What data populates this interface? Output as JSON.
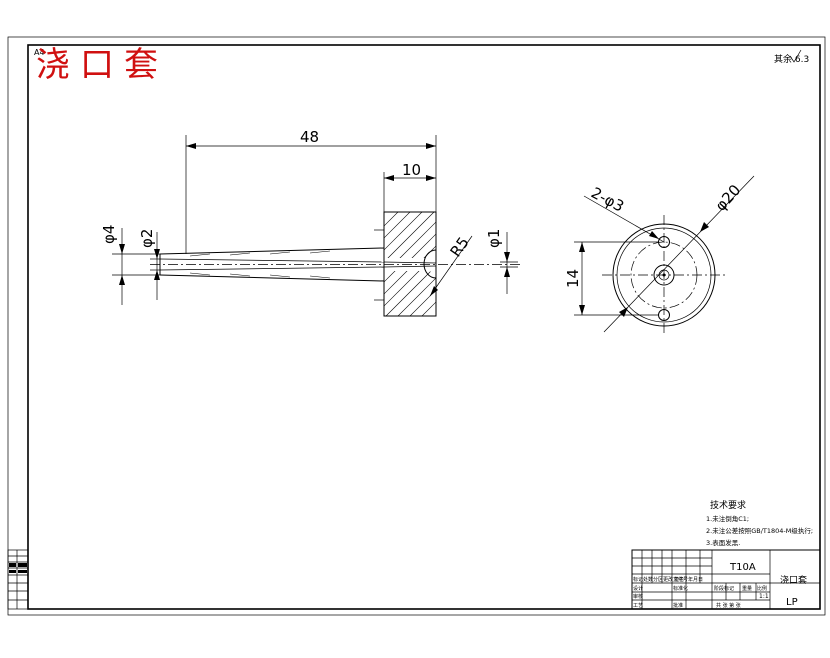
{
  "title_stamp": {
    "text": "浇口套",
    "color": "#d01010"
  },
  "corner_code": "A4",
  "roughness_note": "其余 6.3",
  "dimensions": {
    "overall_length": "48",
    "flange_width": "10",
    "left_outer_dia": "φ4",
    "left_inner_dia": "φ2",
    "radius": "R5",
    "orifice_dia": "φ1",
    "holes": "2-φ3",
    "flange_dia": "φ20",
    "hole_spacing": "14"
  },
  "tech_requirements": {
    "heading": "技术要求",
    "items": [
      "1.未注倒角C1;",
      "2.未注公差按照GB/T1804-M级执行;",
      "3.表面发黑."
    ]
  },
  "title_block": {
    "material": "T10A",
    "part_name": "浇口套",
    "scale": "1:1",
    "code": "LP",
    "row_labels": [
      "标记",
      "处数",
      "分区",
      "更改文件号",
      "签名",
      "年月日"
    ],
    "design": "设计",
    "standard": "标准化",
    "review": "审核",
    "process": "工艺",
    "approve": "批准",
    "stage": "阶段标记",
    "weight": "重量",
    "ratio": "比例",
    "sheets": "共 张  第 张"
  },
  "colors": {
    "line": "#000000",
    "stamp": "#d01010"
  }
}
